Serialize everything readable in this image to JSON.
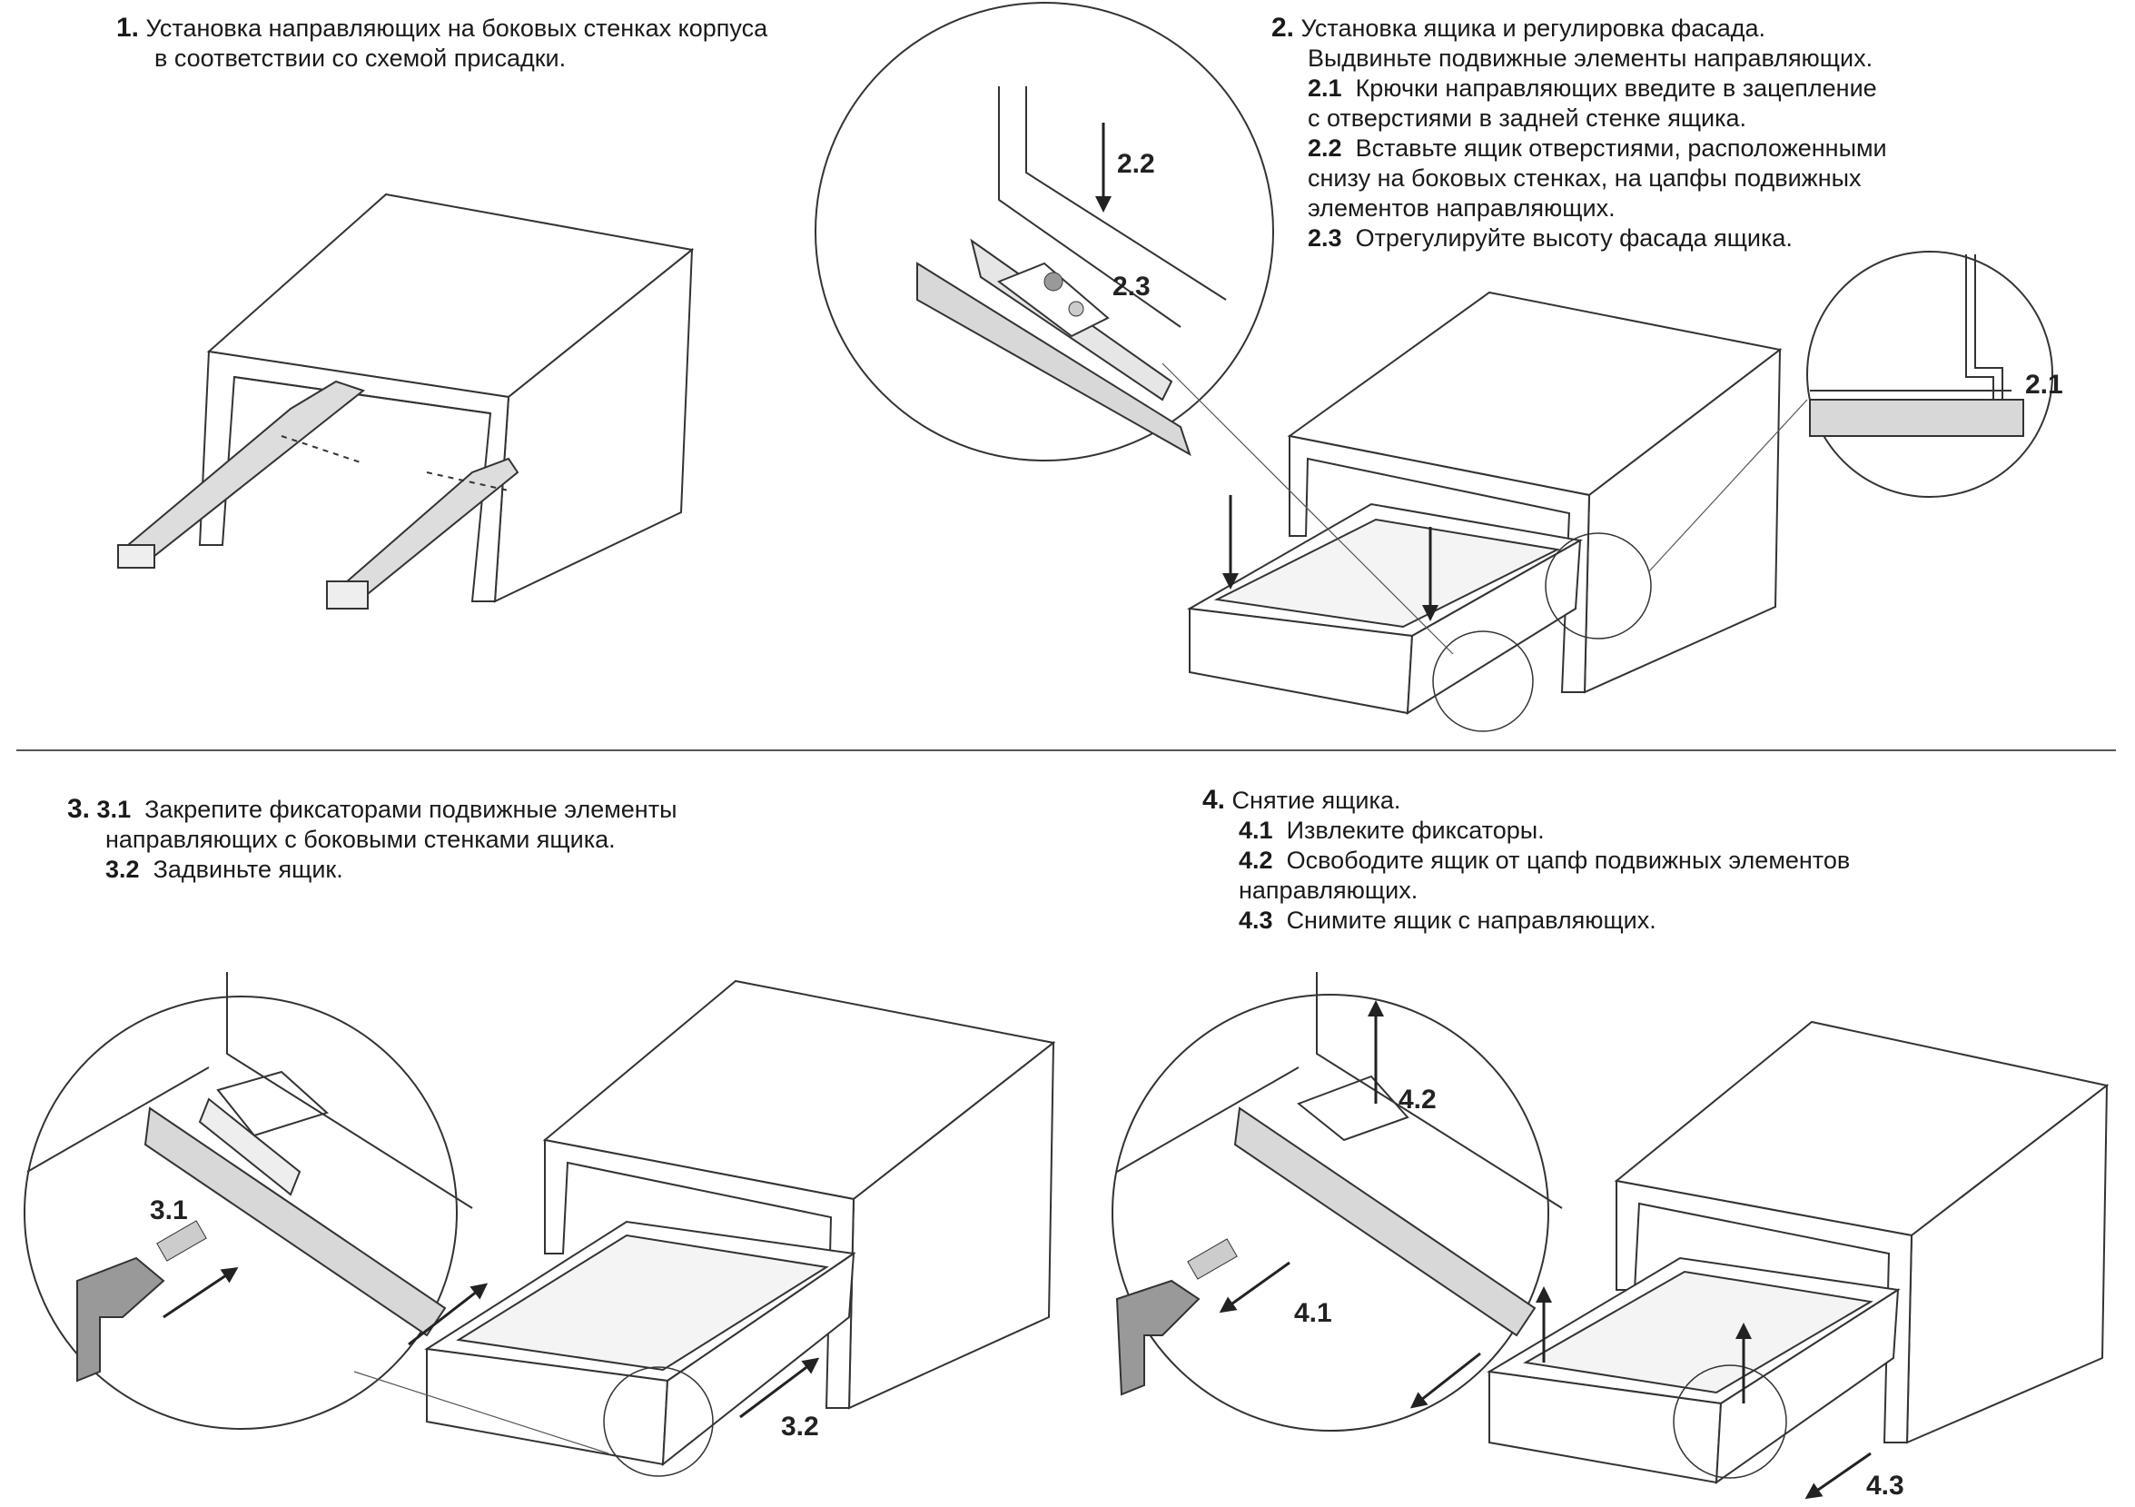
{
  "step1": {
    "number": "1.",
    "lines": [
      "Установка направляющих на боковых стенках корпуса",
      "в соответствии со схемой присадки."
    ]
  },
  "step2": {
    "number": "2.",
    "lines": [
      "Установка ящика и регулировка фасада.",
      "Выдвиньте подвижные элементы направляющих."
    ],
    "substeps": [
      {
        "num": "2.1",
        "lines": [
          "Крючки направляющих введите в зацепление",
          "с отверстиями в задней стенке ящика."
        ]
      },
      {
        "num": "2.2",
        "lines": [
          "Вставьте ящик отверстиями, расположенными",
          "снизу на боковых стенках, на цапфы подвижных",
          "элементов направляющих."
        ]
      },
      {
        "num": "2.3",
        "lines": [
          "Отрегулируйте высоту фасада ящика."
        ]
      }
    ]
  },
  "step3": {
    "number": "3.",
    "substeps": [
      {
        "num": "3.1",
        "lines": [
          "Закрепите фиксаторами подвижные элементы",
          "направляющих с боковыми стенками ящика."
        ]
      },
      {
        "num": "3.2",
        "lines": [
          "Задвиньте ящик."
        ]
      }
    ]
  },
  "step4": {
    "number": "4.",
    "lines": [
      "Снятие ящика."
    ],
    "substeps": [
      {
        "num": "4.1",
        "lines": [
          "Извлеките фиксаторы."
        ]
      },
      {
        "num": "4.2",
        "lines": [
          "Освободите ящик от цапф подвижных элементов",
          "направляющих."
        ]
      },
      {
        "num": "4.3",
        "lines": [
          "Снимите ящик с направляющих."
        ]
      }
    ]
  },
  "labels": {
    "l21": "2.1",
    "l22": "2.2",
    "l23": "2.3",
    "l31": "3.1",
    "l32": "3.2",
    "l41": "4.1",
    "l42": "4.2",
    "l43": "4.3"
  }
}
